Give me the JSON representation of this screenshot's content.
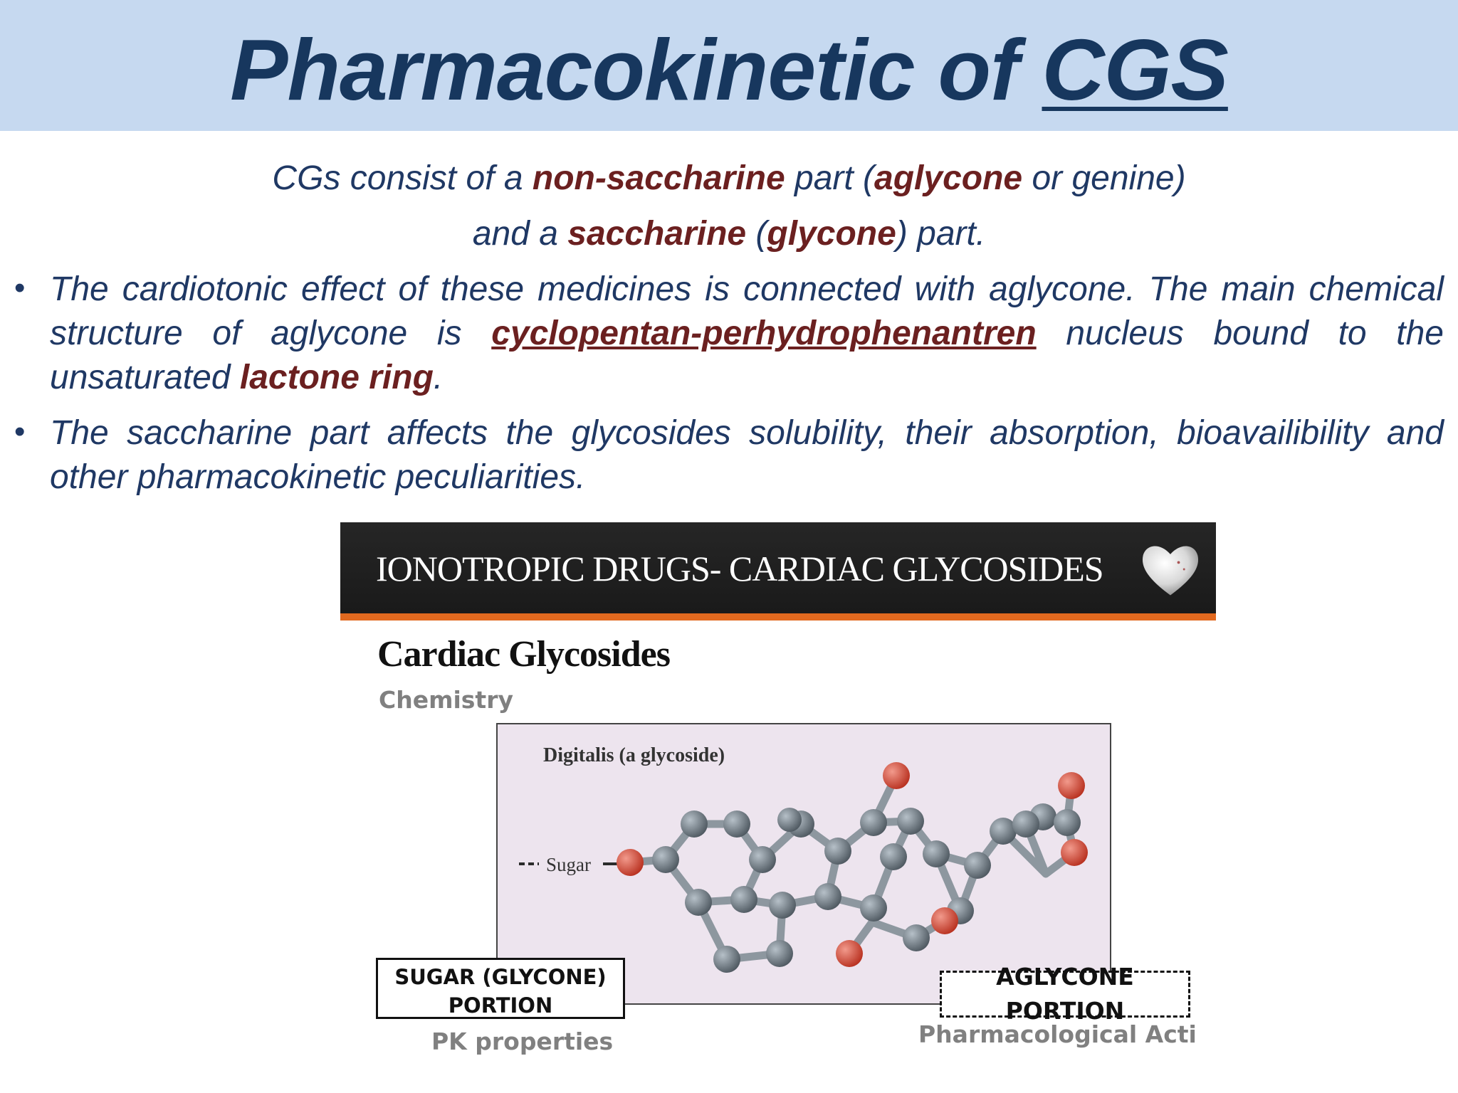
{
  "title": {
    "main": "Pharmacokinetic of ",
    "underlined": "CGS"
  },
  "intro": {
    "line1": [
      "CGs consist of a ",
      "non-saccharine",
      " part (",
      "aglycone",
      " or genine)"
    ],
    "line2": [
      "and a ",
      "saccharine",
      " (",
      "glycone",
      ") part."
    ]
  },
  "bullets": [
    {
      "parts": [
        "The cardiotonic effect of these medicines is connected with aglycone. The main chemical structure of aglycone is ",
        "cyclopentan-perhydrophenantren",
        " nucleus bound to the unsaturated ",
        "lactone ring",
        "."
      ]
    },
    {
      "text": "The saccharine part affects the glycosides solubility, their absorption, bioavailibility and other pharmacokinetic peculiarities."
    }
  ],
  "bullet_glyph": "•",
  "figure": {
    "header": "IONOTROPIC DRUGS- CARDIAC GLYCOSIDES",
    "subtitle": "Cardiac Glycosides",
    "section": "Chemistry",
    "molecule_label": "Digitalis (a glycoside)",
    "sugar_marker": "Sugar",
    "sugar_box": [
      "SUGAR (GLYCONE)",
      "PORTION"
    ],
    "aglycone_box": [
      "AGLYCONE",
      "PORTION"
    ],
    "pk_label": "PK properties",
    "pa_label": "Pharmacological Acti",
    "icons": [
      "heart-icon"
    ]
  },
  "colors": {
    "title_bar": "#c6d9f0",
    "title_text": "#17375e",
    "body_text": "#1f3864",
    "emphasis": "#6b2020",
    "figure_header": "#222222",
    "figure_stripe": "#e2691f",
    "carbon_atom": "#6f7b85",
    "oxygen_atom": "#d9473a"
  }
}
